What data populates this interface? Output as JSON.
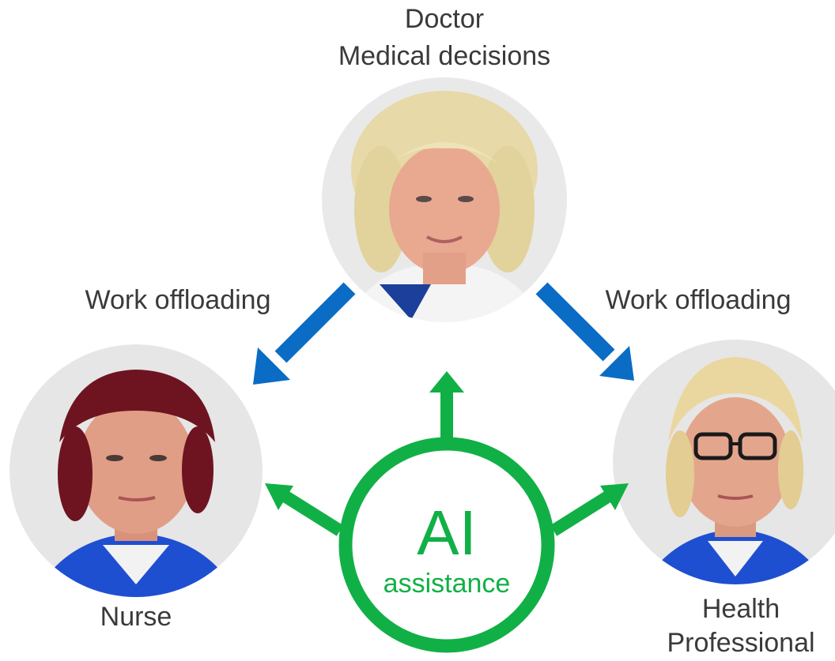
{
  "roles": {
    "doctor": {
      "title": "Doctor",
      "subtitle": "Medical decisions"
    },
    "nurse": {
      "title": "Nurse"
    },
    "health_professional": {
      "line1": "Health",
      "line2": "Professional"
    }
  },
  "edges": {
    "left_label": "Work offloading",
    "right_label": "Work offloading"
  },
  "center": {
    "title": "AI",
    "subtitle": "assistance"
  },
  "colors": {
    "offload_arrow": "#0a6cc4",
    "ai": "#11b046",
    "text": "#3a3a3a",
    "photo_background": "#e6e6e6",
    "uniform": "#1f4fd1"
  }
}
